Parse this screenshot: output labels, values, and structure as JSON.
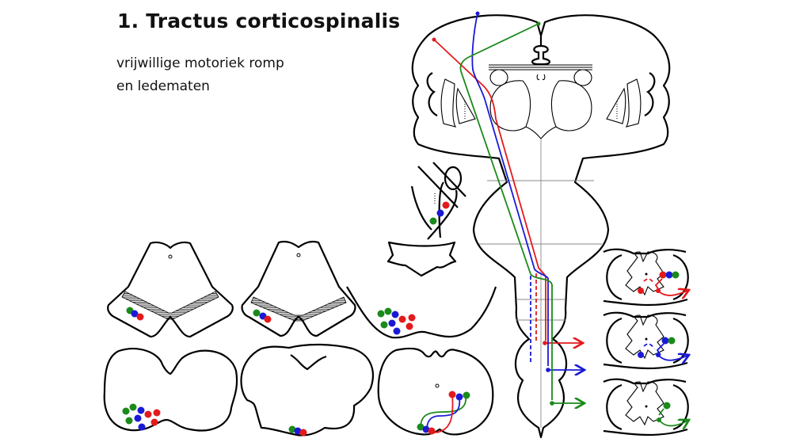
{
  "header": {
    "title": "1. Tractus corticospinalis",
    "subtitle_line1": "vrijwillige motoriek romp",
    "subtitle_line2": "en ledematen"
  },
  "colors": {
    "red": "#e31a1c",
    "blue": "#1a1ad6",
    "green": "#1a8a1a",
    "outline": "#000000",
    "guide": "#8a8a8a"
  },
  "tracts": [
    {
      "name": "red",
      "color_key": "red"
    },
    {
      "name": "blue",
      "color_key": "blue"
    },
    {
      "name": "green",
      "color_key": "green"
    }
  ],
  "panels": [
    {
      "id": "brain-coronal-section"
    },
    {
      "id": "internal-capsule-section"
    },
    {
      "id": "brainstem-dorsal-view"
    },
    {
      "id": "midbrain-section-1"
    },
    {
      "id": "midbrain-section-2"
    },
    {
      "id": "pons-section"
    },
    {
      "id": "medulla-section-1"
    },
    {
      "id": "medulla-section-2"
    },
    {
      "id": "medulla-decussation-section"
    },
    {
      "id": "spinal-cord-cervical"
    },
    {
      "id": "spinal-cord-thoracic"
    },
    {
      "id": "spinal-cord-lumbar"
    }
  ]
}
